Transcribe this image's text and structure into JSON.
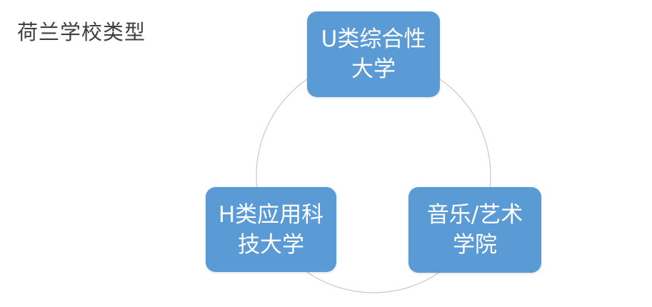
{
  "title": "荷兰学校类型",
  "colors": {
    "node": "#5b9bd5",
    "ring": "#c8c8c8"
  },
  "nodes": {
    "top": "U类综合性大学",
    "left": "H类应用科技大学",
    "right": "音乐/艺术学院"
  }
}
